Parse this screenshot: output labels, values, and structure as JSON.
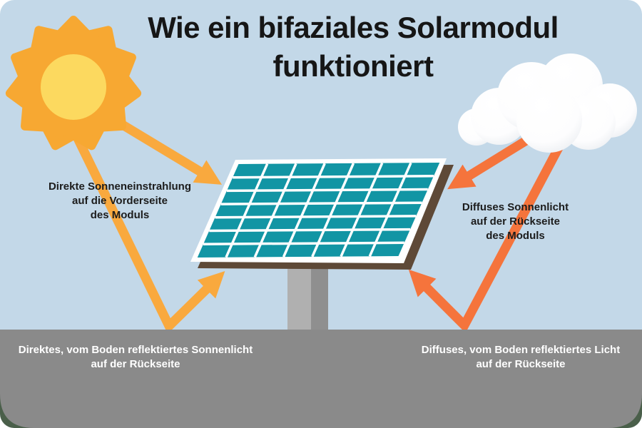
{
  "title": "Wie ein bifaziales Solarmodul\nfunktioniert",
  "diagram": {
    "labels": {
      "direct_front": "Direkte Sonneneinstrahlung\nauf die Vorderseite\ndes Moduls",
      "diffuse_back": "Diffuses Sonnenlicht\nauf der Rückseite\ndes Moduls",
      "reflected_direct": "Direktes, vom Boden reflektiertes Sonnenlicht\nauf der Rückseite",
      "reflected_diffuse": "Diffuses, vom Boden reflektiertes Licht\nauf der Rückseite"
    },
    "elements": {
      "sun": "sun-icon",
      "cloud": "cloud-icon",
      "panel": "bifacial-solar-panel",
      "panel_grid": "7x7-cells",
      "ground": "ground-strip"
    }
  },
  "colors": {
    "sky": "#C3D8E8",
    "sun-outer": "#F7A832",
    "sun-inner": "#FCD95F",
    "sun-ray": "#F9A93E",
    "cloud-ray": "#F5743C",
    "cloud-white": "#FFFFFF",
    "panel-cell": "#1295A4",
    "panel-frame": "#FFFFFF",
    "panel-edge": "#5E4937",
    "pole-light": "#B0B0B0",
    "pole-dark": "#8F8F8F",
    "ground": "#8A8A8A",
    "ground-under": "#4A5F4A",
    "title-text": "#161616",
    "label-text": "#1C1C1C",
    "ground-text": "#FFFFFF"
  }
}
